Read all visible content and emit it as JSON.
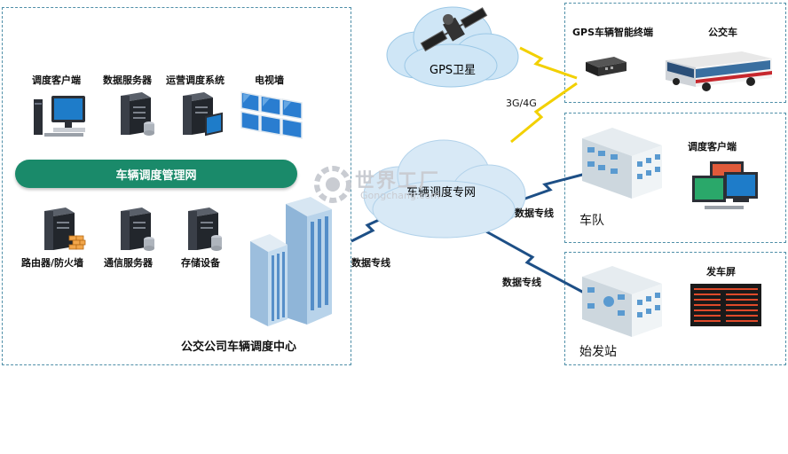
{
  "center": {
    "title": "公交公司车辆调度中心",
    "bus_network": "车辆调度管理网",
    "top_devices": [
      {
        "label": "调度客户端",
        "icon": "pc-monitor-icon"
      },
      {
        "label": "数据服务器",
        "icon": "server-icon"
      },
      {
        "label": "运营调度系统",
        "icon": "server-icon"
      },
      {
        "label": "电视墙",
        "icon": "video-wall-icon"
      }
    ],
    "bottom_devices": [
      {
        "label": "路由器/防火墙",
        "icon": "router-firewall-icon"
      },
      {
        "label": "通信服务器",
        "icon": "server-icon"
      },
      {
        "label": "存储设备",
        "icon": "storage-icon"
      }
    ]
  },
  "satellite": {
    "label": "GPS卫星"
  },
  "cloud": {
    "label": "车辆调度专网"
  },
  "links": {
    "cellular": "3G/4G",
    "dedicated_center": "数据专线",
    "dedicated_fleet": "数据专线",
    "dedicated_station": "数据专线"
  },
  "vehicle": {
    "terminal_label": "GPS车辆智能终端",
    "bus_label": "公交车"
  },
  "fleet": {
    "name": "车队",
    "client_label": "调度客户端"
  },
  "station": {
    "name": "始发站",
    "screen_label": "发车屏"
  },
  "watermark": {
    "text": "世界工厂",
    "subtext": "Gongchang.com"
  },
  "colors": {
    "bus": "#1a8a6a",
    "border": "#4f8fa8",
    "cellular_link": "#f2d000",
    "dedicated_link": "#1d4f86"
  }
}
